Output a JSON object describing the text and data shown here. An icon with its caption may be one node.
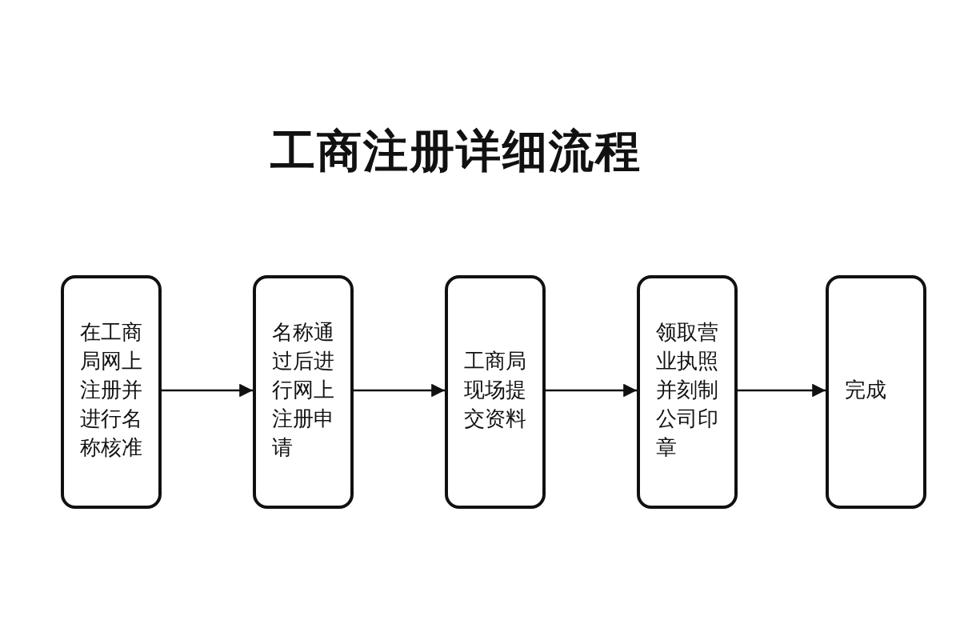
{
  "diagram": {
    "title": "工商注册详细流程",
    "nodes": [
      {
        "text": [
          "在工商局网上注册并进行名称核准"
        ]
      },
      {
        "text": [
          "名称通过后进行网上注册申请"
        ]
      },
      {
        "text": [
          "工商局现场提交资料"
        ]
      },
      {
        "text": [
          "领取营业执照并刻制公司印章"
        ]
      },
      {
        "text": [
          "完成"
        ]
      }
    ],
    "edges": [
      {
        "from": 0,
        "to": 1,
        "arrow": "to"
      },
      {
        "from": 1,
        "to": 2,
        "arrow": "to"
      },
      {
        "from": 2,
        "to": 3,
        "arrow": "to"
      },
      {
        "from": 3,
        "to": 4,
        "arrow": "to"
      }
    ]
  }
}
